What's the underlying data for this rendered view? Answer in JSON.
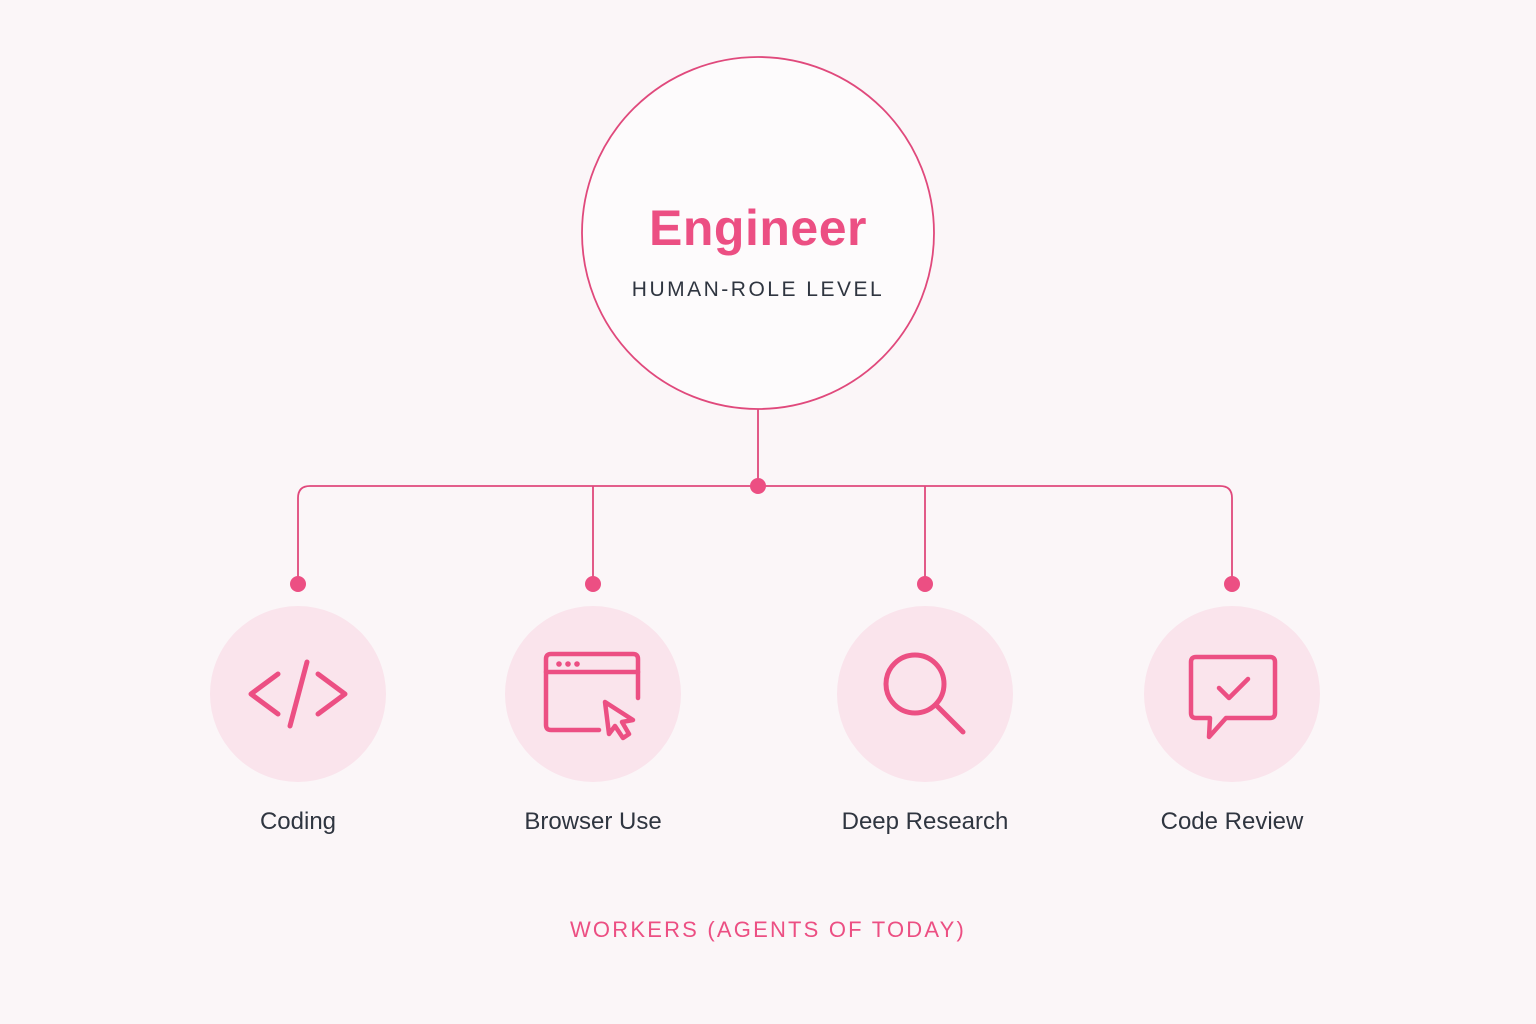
{
  "diagram": {
    "root": {
      "title": "Engineer",
      "subtitle": "HUMAN-ROLE LEVEL"
    },
    "workers": [
      {
        "label": "Coding",
        "icon": "code-icon"
      },
      {
        "label": "Browser Use",
        "icon": "browser-cursor-icon"
      },
      {
        "label": "Deep Research",
        "icon": "magnifier-icon"
      },
      {
        "label": "Code Review",
        "icon": "chat-check-icon"
      }
    ],
    "footer": "WORKERS (AGENTS OF TODAY)",
    "colors": {
      "accent": "#ec4f83",
      "text": "#2f3540",
      "background": "#fbf6f8",
      "icon_bubble": "#fae4ec"
    }
  }
}
